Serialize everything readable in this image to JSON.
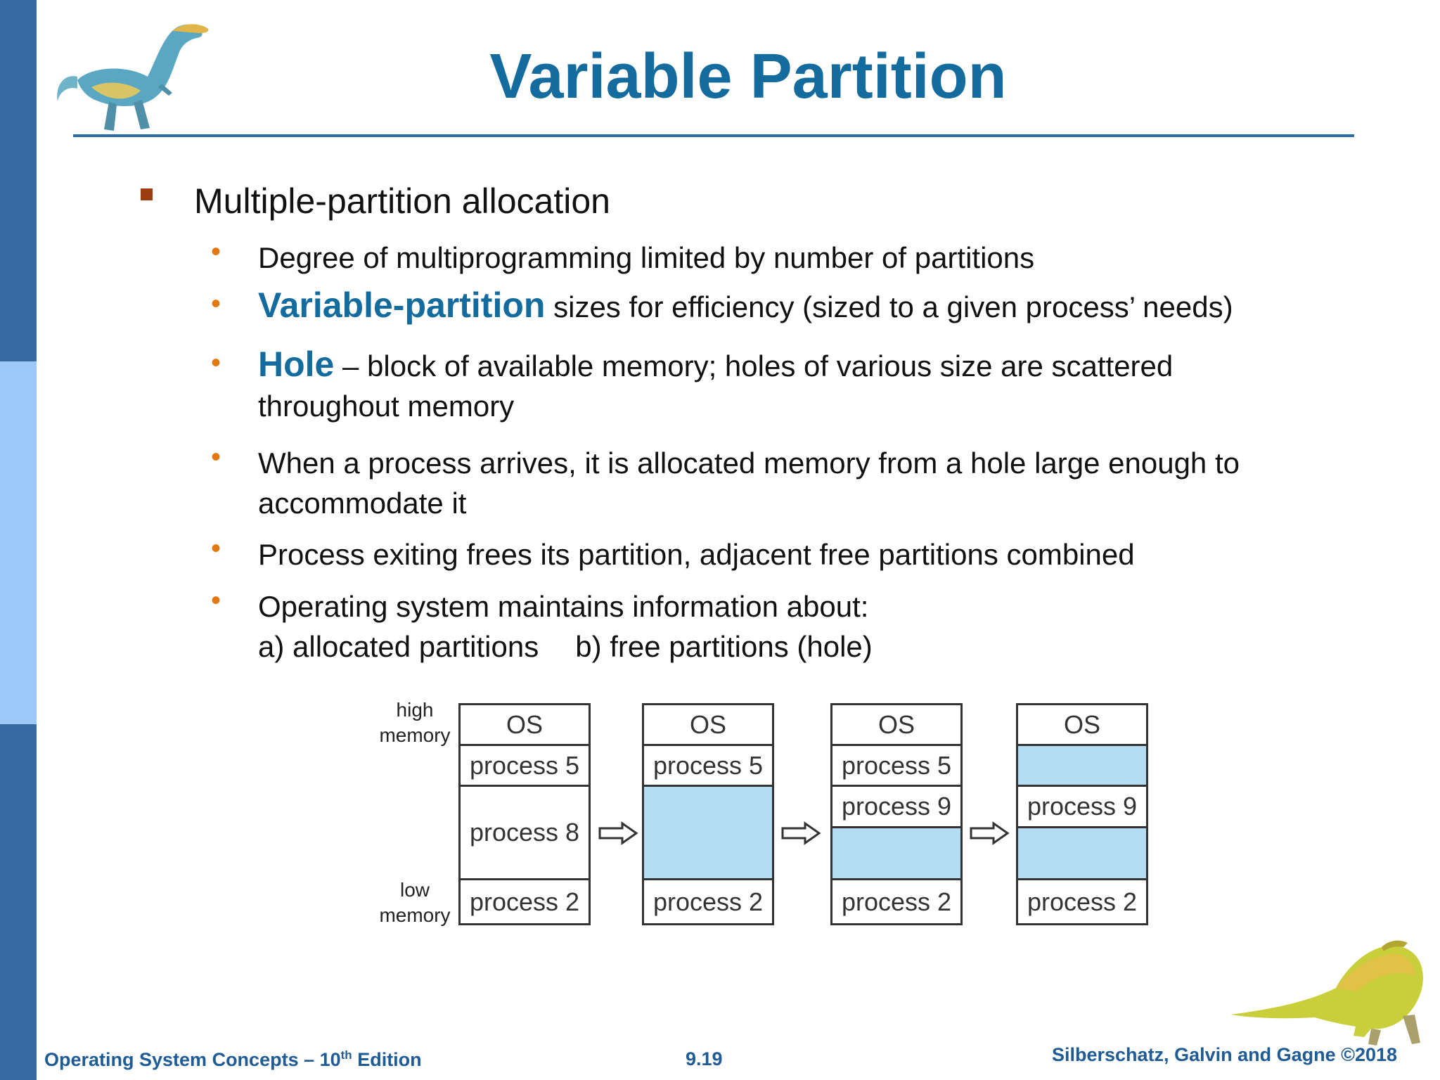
{
  "title": "Variable Partition",
  "main_point": "Multiple-partition allocation",
  "bullets": {
    "b1": "Degree of multiprogramming limited by number of partitions",
    "b2_term": "Variable-partition",
    "b2_rest": " sizes for efficiency (sized to a given process’ needs)",
    "b3_term": "Hole",
    "b3_line1_rest": " – block of available memory; holes of various size are scattered",
    "b3_line2": "throughout memory",
    "b4_line1": "When a process arrives, it is allocated memory from a hole large enough to",
    "b4_line2": "accommodate it",
    "b5": "Process exiting frees its partition, adjacent free partitions combined",
    "b6_line1": "Operating system maintains information about:",
    "b6_line2a": "a) allocated partitions",
    "b6_line2b": "b) free partitions (hole)"
  },
  "diagram": {
    "high_label_1": "high",
    "high_label_2": "memory",
    "low_label_1": "low",
    "low_label_2": "memory",
    "columns": [
      {
        "os": "OS",
        "p_top": "process 5",
        "p_mid": "process 8",
        "p_low": "process 2"
      },
      {
        "os": "OS",
        "p_top": "process 5",
        "p_mid": "",
        "p_low": "process 2"
      },
      {
        "os": "OS",
        "p_top": "process 5",
        "p_mid": "process 9",
        "p_low": "process 2"
      },
      {
        "os": "OS",
        "p_top": "",
        "p_mid": "process 9",
        "p_low": "process 2"
      }
    ],
    "hole_color": "#b4dcf2"
  },
  "footer": {
    "left_main": "Operating System Concepts – 10",
    "left_sup": "th",
    "left_end": " Edition",
    "center": "9.19",
    "right": "Silberschatz, Galvin and Gagne ©2018"
  },
  "colors": {
    "title": "#136b9e",
    "side_dark": "#366aa0",
    "side_light": "#9cc9f7",
    "bullet_square": "#9b3c11",
    "bullet_dot": "#e3780f"
  }
}
